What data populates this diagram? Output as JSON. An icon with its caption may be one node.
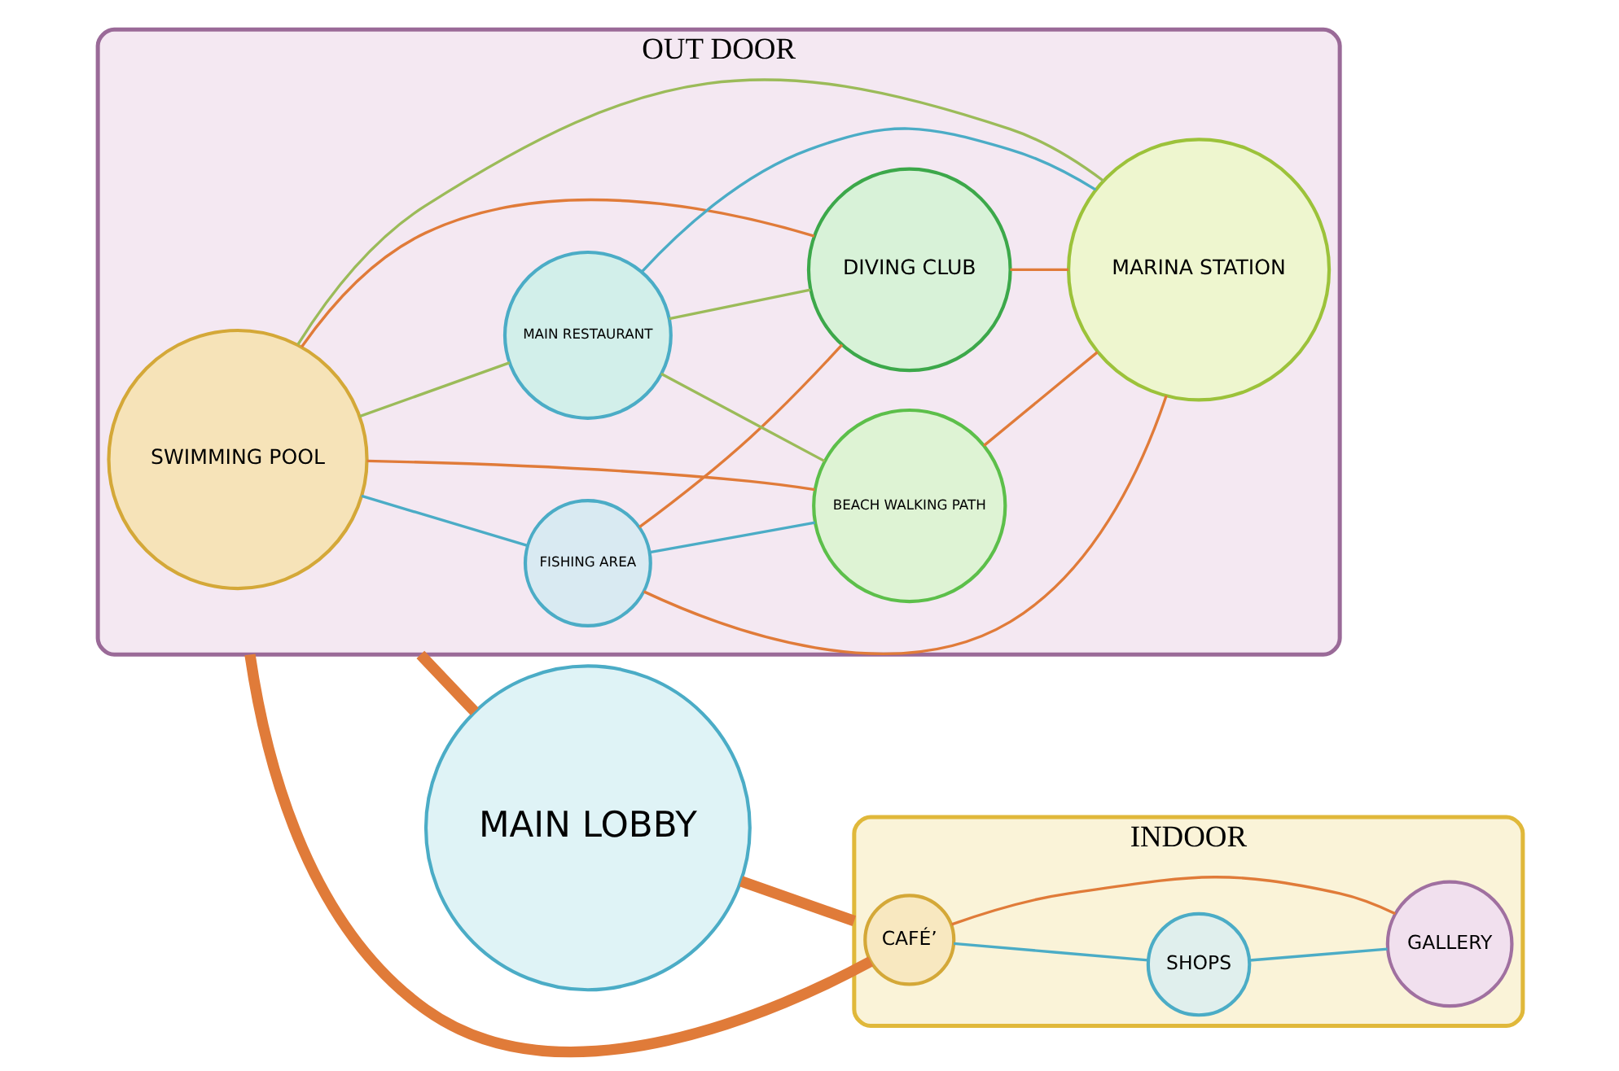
{
  "diagram": {
    "nodes": [
      {
        "text": [
          "OUT DOOR"
        ]
      },
      {
        "text": [
          "SWIMMING POOL"
        ],
        "in": 0
      },
      {
        "text": [
          "FISHING AREA"
        ],
        "in": 0
      },
      {
        "text": [
          "MAIN RESTAURANT"
        ],
        "in": 0
      },
      {
        "text": [
          "DIVING CLUB"
        ],
        "in": 0
      },
      {
        "text": [
          "BEACH WALKING PATH"
        ],
        "in": 0
      },
      {
        "text": [
          "MARINA STATION"
        ],
        "in": 0
      },
      {
        "text": [
          "MAIN LOBBY"
        ]
      },
      {
        "text": [
          "INDOOR"
        ]
      },
      {
        "text": [
          "CAFÉ’"
        ],
        "in": 8
      },
      {
        "text": [
          "SHOPS"
        ],
        "in": 8
      },
      {
        "text": [
          "GALLERY"
        ],
        "in": 8
      }
    ],
    "edges": [
      {
        "from": 1,
        "to": 2,
        "arrow": "none",
        "color": "#4bacc6"
      },
      {
        "from": 1,
        "to": 3,
        "arrow": "none",
        "color": "#9bbb59"
      },
      {
        "from": 1,
        "to": 5,
        "arrow": "none"
      },
      {
        "from": 1,
        "to": 6,
        "arrow": "none",
        "color": "#9bbb59"
      },
      {
        "from": 1,
        "to": 4,
        "arrow": "none"
      },
      {
        "from": 3,
        "to": 4,
        "arrow": "none",
        "color": "#9bbb59"
      },
      {
        "from": 3,
        "to": 6,
        "arrow": "none",
        "color": "#4bacc6"
      },
      {
        "from": 3,
        "to": 5,
        "arrow": "none",
        "color": "#9bbb59"
      },
      {
        "from": 2,
        "to": 5,
        "arrow": "none",
        "color": "#4bacc6"
      },
      {
        "from": 2,
        "to": 6,
        "arrow": "none"
      },
      {
        "from": 2,
        "to": 4,
        "arrow": "none"
      },
      {
        "from": 4,
        "to": 6,
        "arrow": "none"
      },
      {
        "from": 5,
        "to": 6,
        "arrow": "none"
      },
      {
        "from": 0,
        "to": 7,
        "arrow": "none",
        "style": "thick"
      },
      {
        "from": 7,
        "to": 8,
        "arrow": "none",
        "style": "thick"
      },
      {
        "from": 0,
        "to": 9,
        "arrow": "none",
        "style": "thick"
      },
      {
        "from": 9,
        "to": 10,
        "arrow": "none",
        "color": "#4bacc6"
      },
      {
        "from": 10,
        "to": 11,
        "arrow": "none",
        "color": "#4bacc6"
      },
      {
        "from": 9,
        "to": 11,
        "arrow": "none"
      }
    ]
  }
}
